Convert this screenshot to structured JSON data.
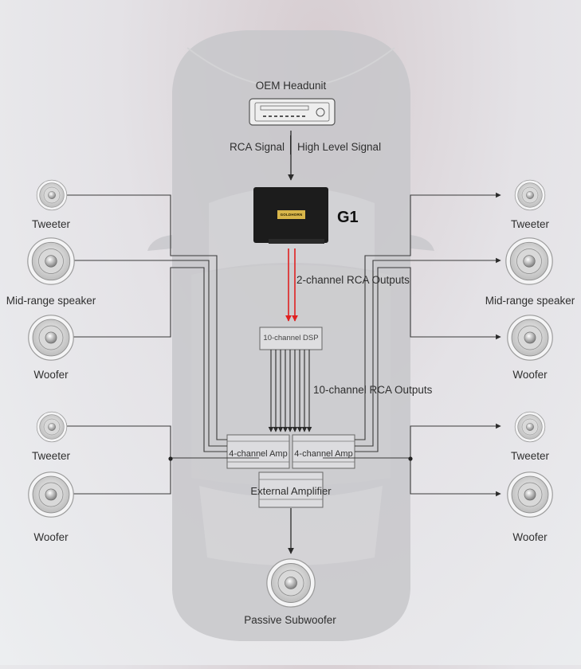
{
  "headunit": {
    "label": "OEM Headunit"
  },
  "signals": {
    "rca": "RCA Signal",
    "high_level": "High Level Signal"
  },
  "processor": {
    "brand": "GOLDHORN",
    "model": "G1"
  },
  "outputs": {
    "two_channel": "2-channel RCA Outputs",
    "ten_channel": "10-channel RCA Outputs"
  },
  "dsp": {
    "label": "10-channel DSP"
  },
  "amps": {
    "left": "4-channel Amp",
    "right": "4-channel Amp",
    "external": "External Amplifier"
  },
  "subwoofer": {
    "label": "Passive Subwoofer"
  },
  "speakers": {
    "left": [
      "Tweeter",
      "Mid-range speaker",
      "Woofer",
      "Tweeter",
      "Woofer"
    ],
    "right": [
      "Tweeter",
      "Mid-range speaker",
      "Woofer",
      "Tweeter",
      "Woofer"
    ]
  },
  "colors": {
    "signal_red": "#e02020",
    "wire": "#3a3a3a",
    "car_body": "#c9c9cc",
    "device_dark": "#1c1c1c",
    "badge_gold": "#d9b64a"
  }
}
